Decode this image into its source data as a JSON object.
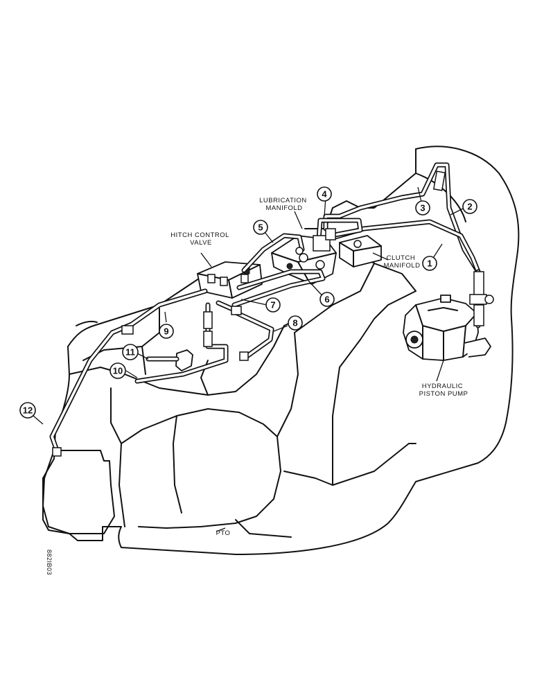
{
  "labels": {
    "lubrication_manifold": [
      "LUBRICATION",
      "MANIFOLD"
    ],
    "hitch_control_valve": [
      "HITCH CONTROL",
      "VALVE"
    ],
    "clutch_manifold": [
      "CLUTCH",
      "MANIFOLD"
    ],
    "hydraulic_piston_pump": [
      "HYDRAULIC",
      "PISTON PUMP"
    ],
    "pto": "PTO"
  },
  "drawing_code": "882IB03",
  "callouts": [
    "1",
    "2",
    "3",
    "4",
    "5",
    "6",
    "7",
    "8",
    "9",
    "10",
    "11",
    "12"
  ]
}
